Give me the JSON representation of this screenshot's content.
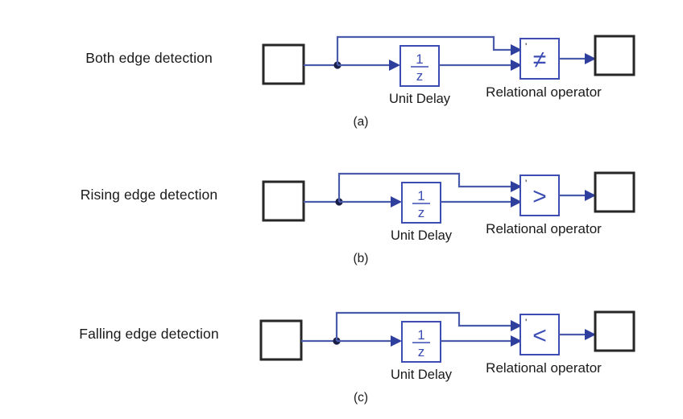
{
  "figure": {
    "background_color": "#ffffff",
    "wire_color": "#4a5bab",
    "block_border_color": "#3c4db4",
    "io_block_border_color": "#262626",
    "text_color": "#1a1a1a"
  },
  "rows": [
    {
      "id": "a",
      "label": "Both edge detection",
      "caption": "(a)",
      "unit_delay_label": "Unit Delay",
      "unit_delay_numerator": "1",
      "unit_delay_denominator": "z",
      "relational_operator_label": "Relational operator",
      "relational_operator_symbol": "≠",
      "relational_operator_tick": "'"
    },
    {
      "id": "b",
      "label": "Rising edge detection",
      "caption": "(b)",
      "unit_delay_label": "Unit Delay",
      "unit_delay_numerator": "1",
      "unit_delay_denominator": "z",
      "relational_operator_label": "Relational operator",
      "relational_operator_symbol": ">",
      "relational_operator_tick": "'"
    },
    {
      "id": "c",
      "label": "Falling edge detection",
      "caption": "(c)",
      "unit_delay_label": "Unit Delay",
      "unit_delay_numerator": "1",
      "unit_delay_denominator": "z",
      "relational_operator_label": "Relational operator",
      "relational_operator_symbol": "<",
      "relational_operator_tick": "'"
    }
  ]
}
